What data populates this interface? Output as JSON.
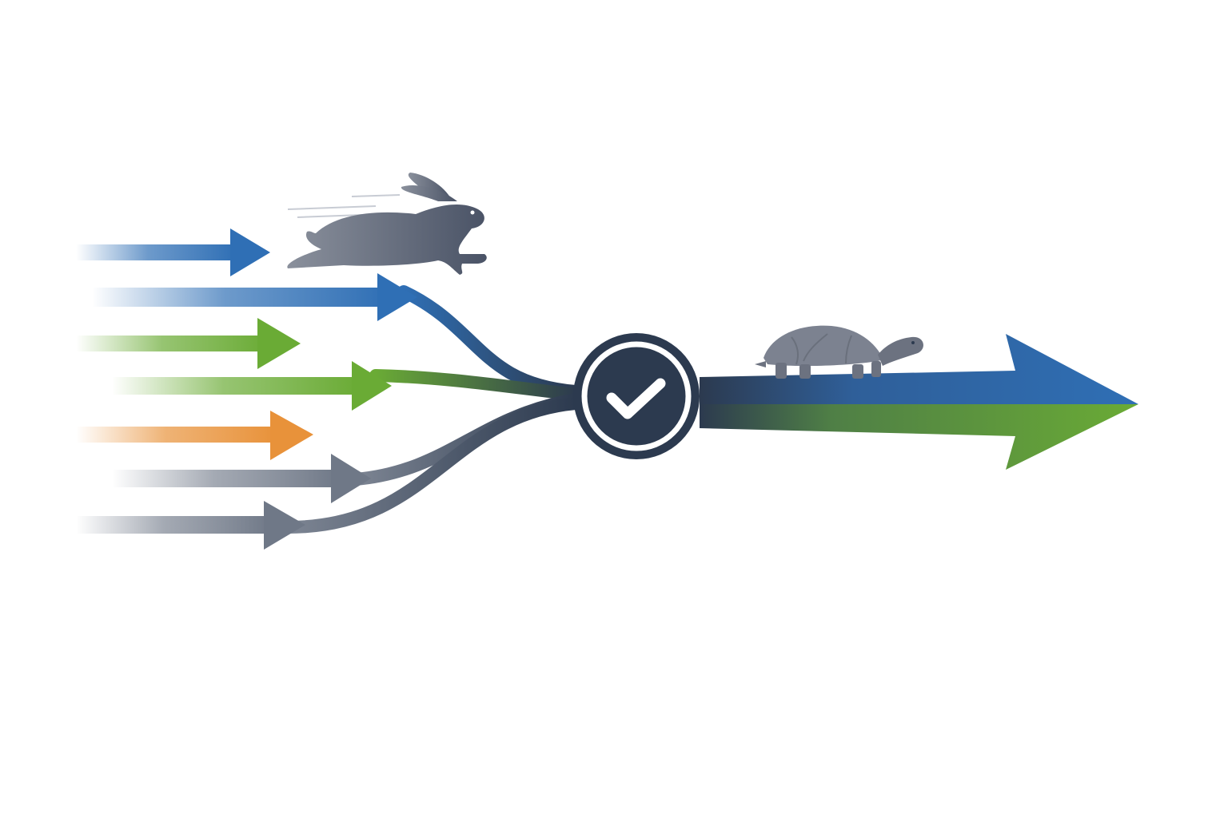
{
  "illustration": {
    "colors": {
      "blue": "#2f6fb5",
      "green": "#6aab35",
      "orange": "#e8923a",
      "gray": "#6f7887",
      "navy": "#2c3a4f",
      "checkmark": "#ffffff",
      "animal": "#5f6677",
      "background": "#ffffff"
    },
    "incoming_arrows": [
      {
        "color": "blue",
        "merges": false
      },
      {
        "color": "blue",
        "merges": true
      },
      {
        "color": "green",
        "merges": false
      },
      {
        "color": "green",
        "merges": true
      },
      {
        "color": "orange",
        "merges": false
      },
      {
        "color": "gray",
        "merges": true
      },
      {
        "color": "gray",
        "merges": true
      }
    ],
    "hub_icon": "check-circle-icon",
    "outgoing_arrow": {
      "colors": [
        "blue",
        "green"
      ]
    },
    "animals": [
      "rabbit-icon",
      "turtle-icon"
    ]
  }
}
